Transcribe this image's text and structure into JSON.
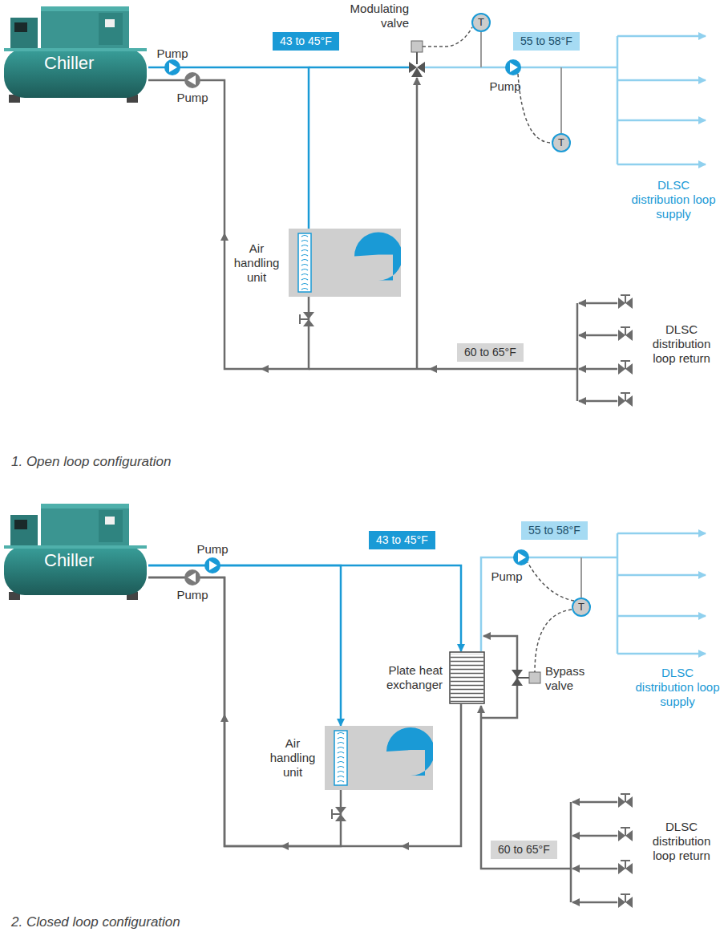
{
  "diagram": {
    "nodes": [
      {
        "text": [
          "Chiller"
        ]
      },
      {
        "text": [
          "43 to 45°F"
        ]
      },
      {
        "text": [
          "T"
        ]
      },
      {
        "text": [
          "55 to 58°F"
        ]
      },
      {
        "text": [
          "T"
        ]
      },
      {
        "text": [
          "Air handling unit"
        ]
      },
      {
        "text": [
          "60 to 65°F"
        ]
      },
      {
        "text": [
          "Chiller"
        ]
      },
      {
        "text": [
          "43 to 45°F"
        ]
      },
      {
        "text": [
          "55 to 58°F"
        ]
      },
      {
        "text": [
          "T"
        ]
      },
      {
        "text": [
          "Plate heat exchanger"
        ]
      },
      {
        "text": [
          "Air handling unit"
        ]
      },
      {
        "text": [
          "60 to 65°F"
        ]
      }
    ],
    "edges": [
      {
        "from": 0,
        "to": 5,
        "arrow": "none"
      },
      {
        "from": 5,
        "to": 0,
        "arrow": "none"
      },
      {
        "from": 7,
        "to": 11,
        "arrow": "to"
      },
      {
        "from": 7,
        "to": 12,
        "arrow": "to"
      },
      {
        "from": 12,
        "to": 7,
        "arrow": "none"
      },
      {
        "from": 11,
        "to": 7,
        "arrow": "none"
      }
    ],
    "labels": [
      "Pump",
      "Pump",
      "Modulating valve",
      "Pump",
      "DLSC distribution loop supply",
      "DLSC distribution loop return",
      "1. Open loop configuration",
      "Pump",
      "Pump",
      "Pump",
      "Bypass valve",
      "DLSC distribution loop supply",
      "DLSC distribution loop return",
      "2. Closed loop configuration"
    ]
  }
}
